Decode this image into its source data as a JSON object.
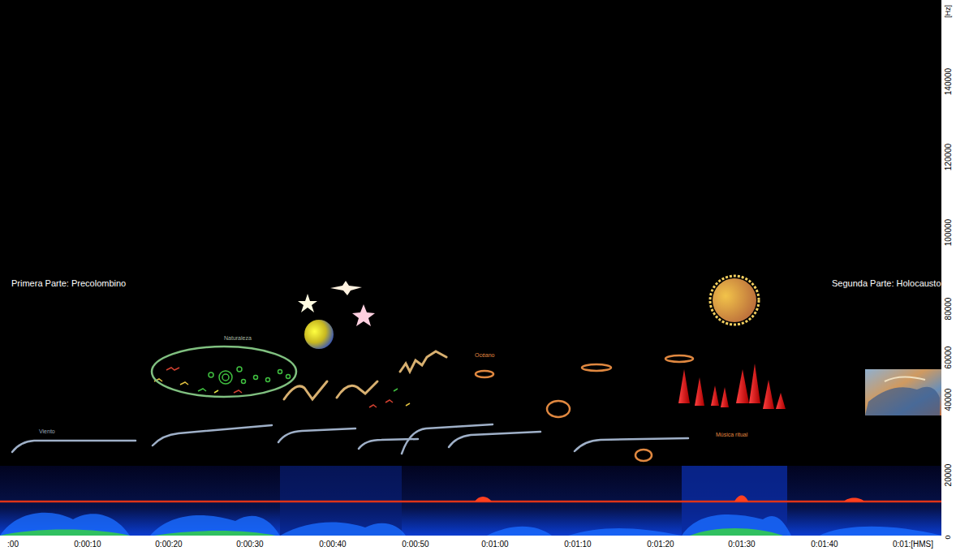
{
  "diagram": {
    "nodes": [
      {
        "text": [
          "Naturaleza"
        ]
      }
    ],
    "labels": [
      "Primera Parte: Precolombino",
      "Segunda Parte: Holocausto",
      "Viento",
      "Océano",
      "Música ritual",
      "[Hz]",
      "140000",
      "120000",
      "100000",
      "80000",
      "60000",
      "40000",
      "20000",
      "0",
      ":00",
      "0:00:10",
      "0:00:20",
      "0:00:30",
      "0:00:40",
      "0:00:50",
      "0:01:00",
      "0:01:10",
      "0:01:20",
      "0:01:30",
      "0:01:40",
      "0:01:[HMS]"
    ]
  }
}
